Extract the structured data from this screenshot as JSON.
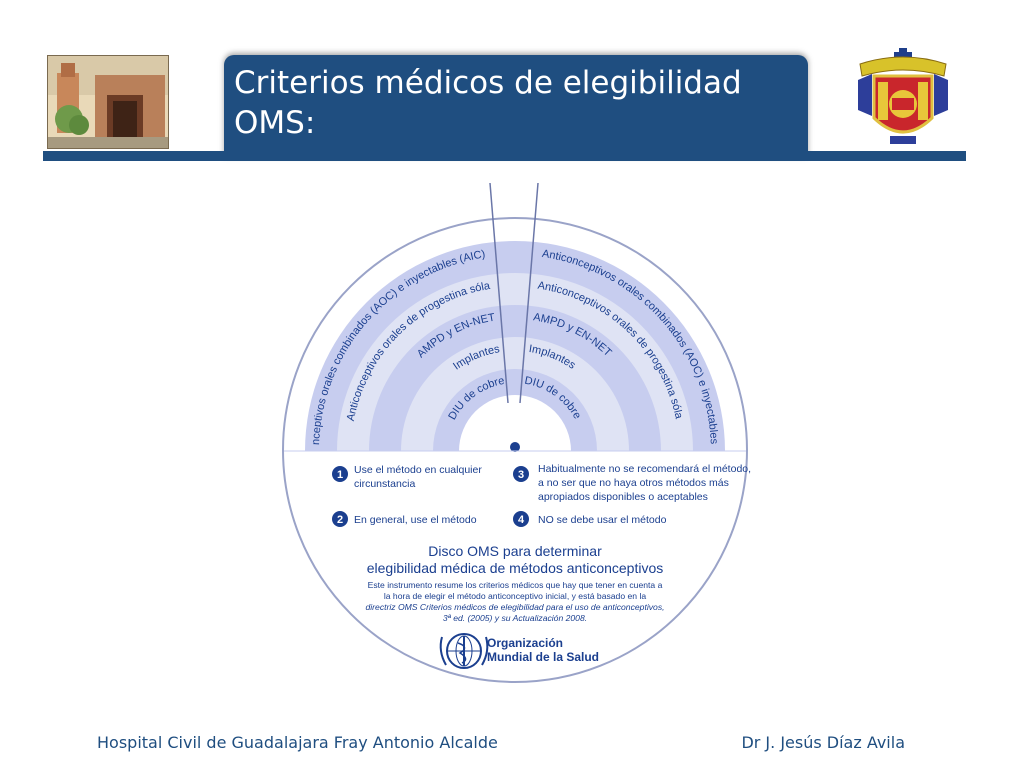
{
  "header": {
    "title": "Criterios médicos de elegibilidad OMS:"
  },
  "disc": {
    "left_rings": [
      "Anticonceptivos orales combinados (AOC) e inyectables (AIC)",
      "Anticonceptivos orales de progestina sóla",
      "AMPD y EN-NET",
      "Implantes",
      "DIU de cobre"
    ],
    "right_rings": [
      "Anticonceptivos orales combinados (AOC) e inyectables (AIC)",
      "Anticonceptivos orales de progestina sóla",
      "AMPD y EN-NET",
      "Implantes",
      "DIU de cobre"
    ],
    "legend": [
      {
        "num": "1",
        "text_lines": [
          "Use el método en cualquier",
          "circunstancia"
        ]
      },
      {
        "num": "2",
        "text_lines": [
          "En general, use el método"
        ]
      },
      {
        "num": "3",
        "text_lines": [
          "Habitualmente no se recomendará el método,",
          "a no ser que no haya otros métodos más",
          "apropiados disponibles o aceptables"
        ]
      },
      {
        "num": "4",
        "text_lines": [
          "NO se debe usar el método"
        ]
      }
    ],
    "title_line1": "Disco OMS para determinar",
    "title_line2": "elegibilidad médica de métodos anticonceptivos",
    "desc_lines": [
      "Este instrumento resume los criterios médicos que hay que tener en cuenta a",
      "la hora de elegir el método anticonceptivo inicial, y está basado en la",
      "directriz OMS Criterios médicos de elegibilidad para el uso de anticonceptivos,",
      "3ª ed. (2005) y su Actualización 2008."
    ],
    "org_line1": "Organización",
    "org_line2": "Mundial de la Salud"
  },
  "footer": {
    "left": "Hospital Civil de Guadalajara Fray Antonio Alcalde",
    "right": "Dr J. Jesús Díaz Avila"
  },
  "colors": {
    "brand_blue": "#1f4e80",
    "disc_blue": "#1b3f8f",
    "ring_light": "#dfe3f4",
    "ring_mid": "#c7cdef"
  }
}
